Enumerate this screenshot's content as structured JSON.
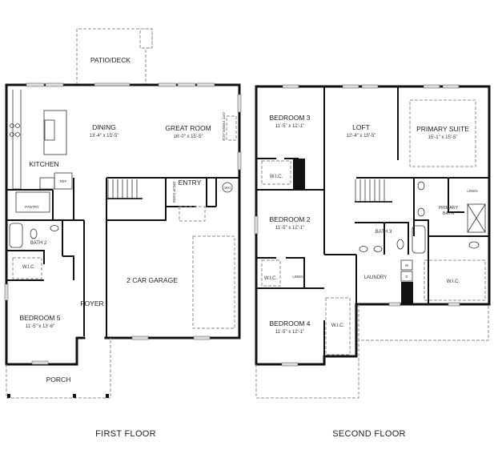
{
  "first_floor": {
    "title": "FIRST FLOOR",
    "rooms": {
      "patio": {
        "name": "PATIO/DECK"
      },
      "dining": {
        "name": "DINING",
        "dims": "13'-4\" x 15'-5\""
      },
      "great_room": {
        "name": "GREAT ROOM",
        "dims": "16'-0\" x 15'-5\""
      },
      "kitchen": {
        "name": "KITCHEN"
      },
      "pantry": {
        "name": "PANTRY"
      },
      "entry": {
        "name": "ENTRY"
      },
      "bath2": {
        "name": "BATH 2"
      },
      "wic": {
        "name": "W.I.C."
      },
      "garage": {
        "name": "2 CAR GARAGE"
      },
      "foyer": {
        "name": "FOYER"
      },
      "bedroom5": {
        "name": "BEDROOM 5",
        "dims": "11'-5\" x 13'-6\""
      },
      "porch": {
        "name": "PORCH"
      }
    },
    "fixtures": {
      "ref": "REF",
      "drop_zone": "DROP ZONE",
      "fireplace": "OPT. FIREPLACE",
      "water_heater": "WH"
    }
  },
  "second_floor": {
    "title": "SECOND FLOOR",
    "rooms": {
      "bedroom3": {
        "name": "BEDROOM 3",
        "dims": "11'-5\" x 12'-1\""
      },
      "loft": {
        "name": "LOFT",
        "dims": "12'-4\" x 15'-5\""
      },
      "primary_suite": {
        "name": "PRIMARY SUITE",
        "dims": "15'-1\" x 15'-5\""
      },
      "wic3": {
        "name": "W.I.C."
      },
      "linen_primary": {
        "name": "LINEN"
      },
      "primary_bath": {
        "name": "PRIMARY",
        "name2": "BATH"
      },
      "bedroom2": {
        "name": "BEDROOM 2",
        "dims": "11'-5\" x 12'-1\""
      },
      "bath3": {
        "name": "BATH 3"
      },
      "wic2": {
        "name": "W.I.C."
      },
      "linen": {
        "name": "LINEN"
      },
      "laundry": {
        "name": "LAUNDRY"
      },
      "wic_primary": {
        "name": "W.I.C."
      },
      "bedroom4": {
        "name": "BEDROOM 4",
        "dims": "11'-5\" x 12'-1\""
      },
      "wic4": {
        "name": "W.I.C."
      }
    },
    "fixtures": {
      "washer": "W",
      "dryer": "D"
    }
  }
}
